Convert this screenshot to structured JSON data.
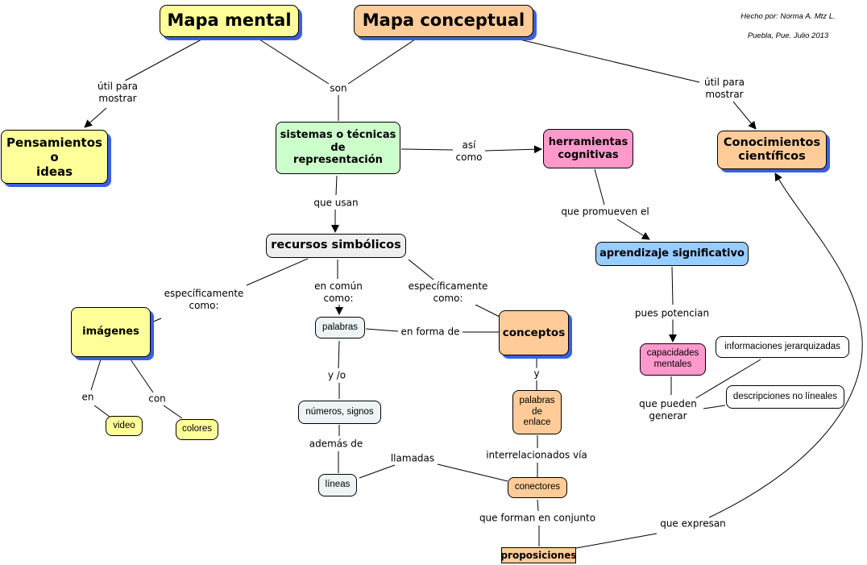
{
  "credit": {
    "line1": "Hecho por: Norma A. Mtz L.",
    "line2": "Puebla, Pue. Julio 2013"
  },
  "colors": {
    "yellow": "#ffff99",
    "orange": "#ffcc99",
    "green": "#ccffcc",
    "pink": "#ff99cc",
    "blue": "#99ccff",
    "grey": "#eeeeee",
    "pale": "#eef4f6",
    "shadow": "#3a5fe0"
  },
  "concepts": {
    "mapa_mental": "Mapa mental",
    "mapa_conceptual": "Mapa conceptual",
    "pensamientos": "Pensamientos\no\nideas",
    "sistemas": "sistemas o técnicas\nde\nrepresentación",
    "herramientas": "herramientas\ncognitivas",
    "conocimientos": "Conocimientos\ncientíficos",
    "recursos": "recursos simbólicos",
    "aprendizaje": "aprendizaje significativo",
    "imagenes": "imágenes",
    "palabras": "palabras",
    "conceptos": "conceptos",
    "capacidades": "capacidades\nmentales",
    "informaciones": "informaciones jerarquizadas",
    "descripciones": "descripciones no líneales",
    "video": "video",
    "colores": "colores",
    "numeros": "números, signos",
    "palabras_enlace": "palabras\nde\nenlace",
    "lineas": "líneas",
    "conectores": "conectores",
    "proposiciones": "proposiciones"
  },
  "linking_phrases": {
    "util_left": "útil para\nmostrar",
    "son": "son",
    "util_right": "útil para\nmostrar",
    "asi_como": "así\ncomo",
    "que_usan": "que usan",
    "que_promueven": "que promueven el",
    "especificamente_left": "específicamente\ncomo:",
    "en_comun": "en común\ncomo:",
    "especificamente_right": "específicamente\ncomo:",
    "en_forma_de": "en forma de",
    "pues_potencian": "pues potencian",
    "en": "en",
    "con": "con",
    "y_o": "y /o",
    "y": "y",
    "que_pueden": "que pueden\ngenerar",
    "ademas_de": "además de",
    "llamadas": "llamadas",
    "interrelacionados": "interrelacionados vía",
    "que_forman": "que forman en conjunto",
    "que_expresan": "que expresan"
  }
}
